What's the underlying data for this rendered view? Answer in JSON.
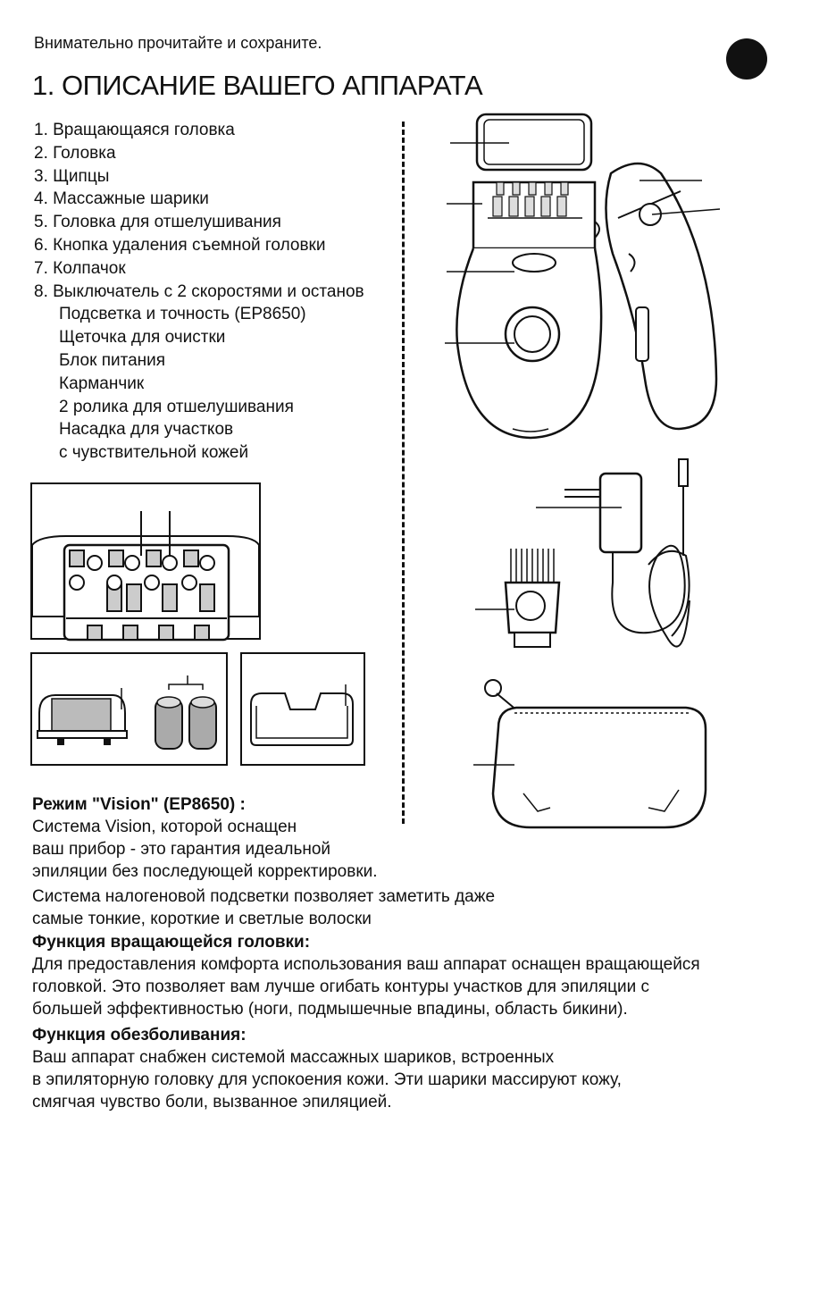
{
  "intro": "Внимательно прочитайте и сохраните.",
  "title": "1. ОПИСАНИЕ ВАШЕГО АППАРАТА",
  "parts": [
    "1. Вращающаяся головка",
    "2. Головка",
    "3. Щипцы",
    "4. Массажные шарики",
    "5. Головка для отшелушивания",
    "6. Кнопка удаления съемной головки",
    "7. Колпачок",
    "8. Выключатель с 2 скоростями и останов",
    "Подсветка и точность (EP8650)",
    "Щеточка для очистки",
    "Блок питания",
    "Карманчик",
    "2 ролика для отшелушивания",
    "Насадка для участков",
    "с чувствительной кожей"
  ],
  "vision": {
    "heading": "Режим \"Vision\" (EP8650) :",
    "lines": [
      "Система Vision, которой оснащен",
      "ваш прибор - это гарантия идеальной",
      "эпиляции без последующей корректировки.",
      "Система налогеновой подсветки позволяет заметить даже",
      "самые тонкие, короткие и светлые волоски"
    ]
  },
  "rotating": {
    "heading": "Функция вращающейся головки:",
    "lines": [
      "Для предоставления комфорта использования ваш аппарат оснащен вращающейся",
      "головкой. Это позволяет вам лучше огибать контуры участков для эпиляции с",
      "большей эффективностью (ноги, подмышечные впадины, область бикини)."
    ]
  },
  "painless": {
    "heading": "Функция обезболивания:",
    "lines": [
      "Ваш аппарат снабжен системой массажных шариков, встроенных",
      "в эпиляторную головку для успокоения кожи. Эти шарики массируют кожу,",
      "смягчая чувство боли, вызванное эпиляцией."
    ]
  }
}
